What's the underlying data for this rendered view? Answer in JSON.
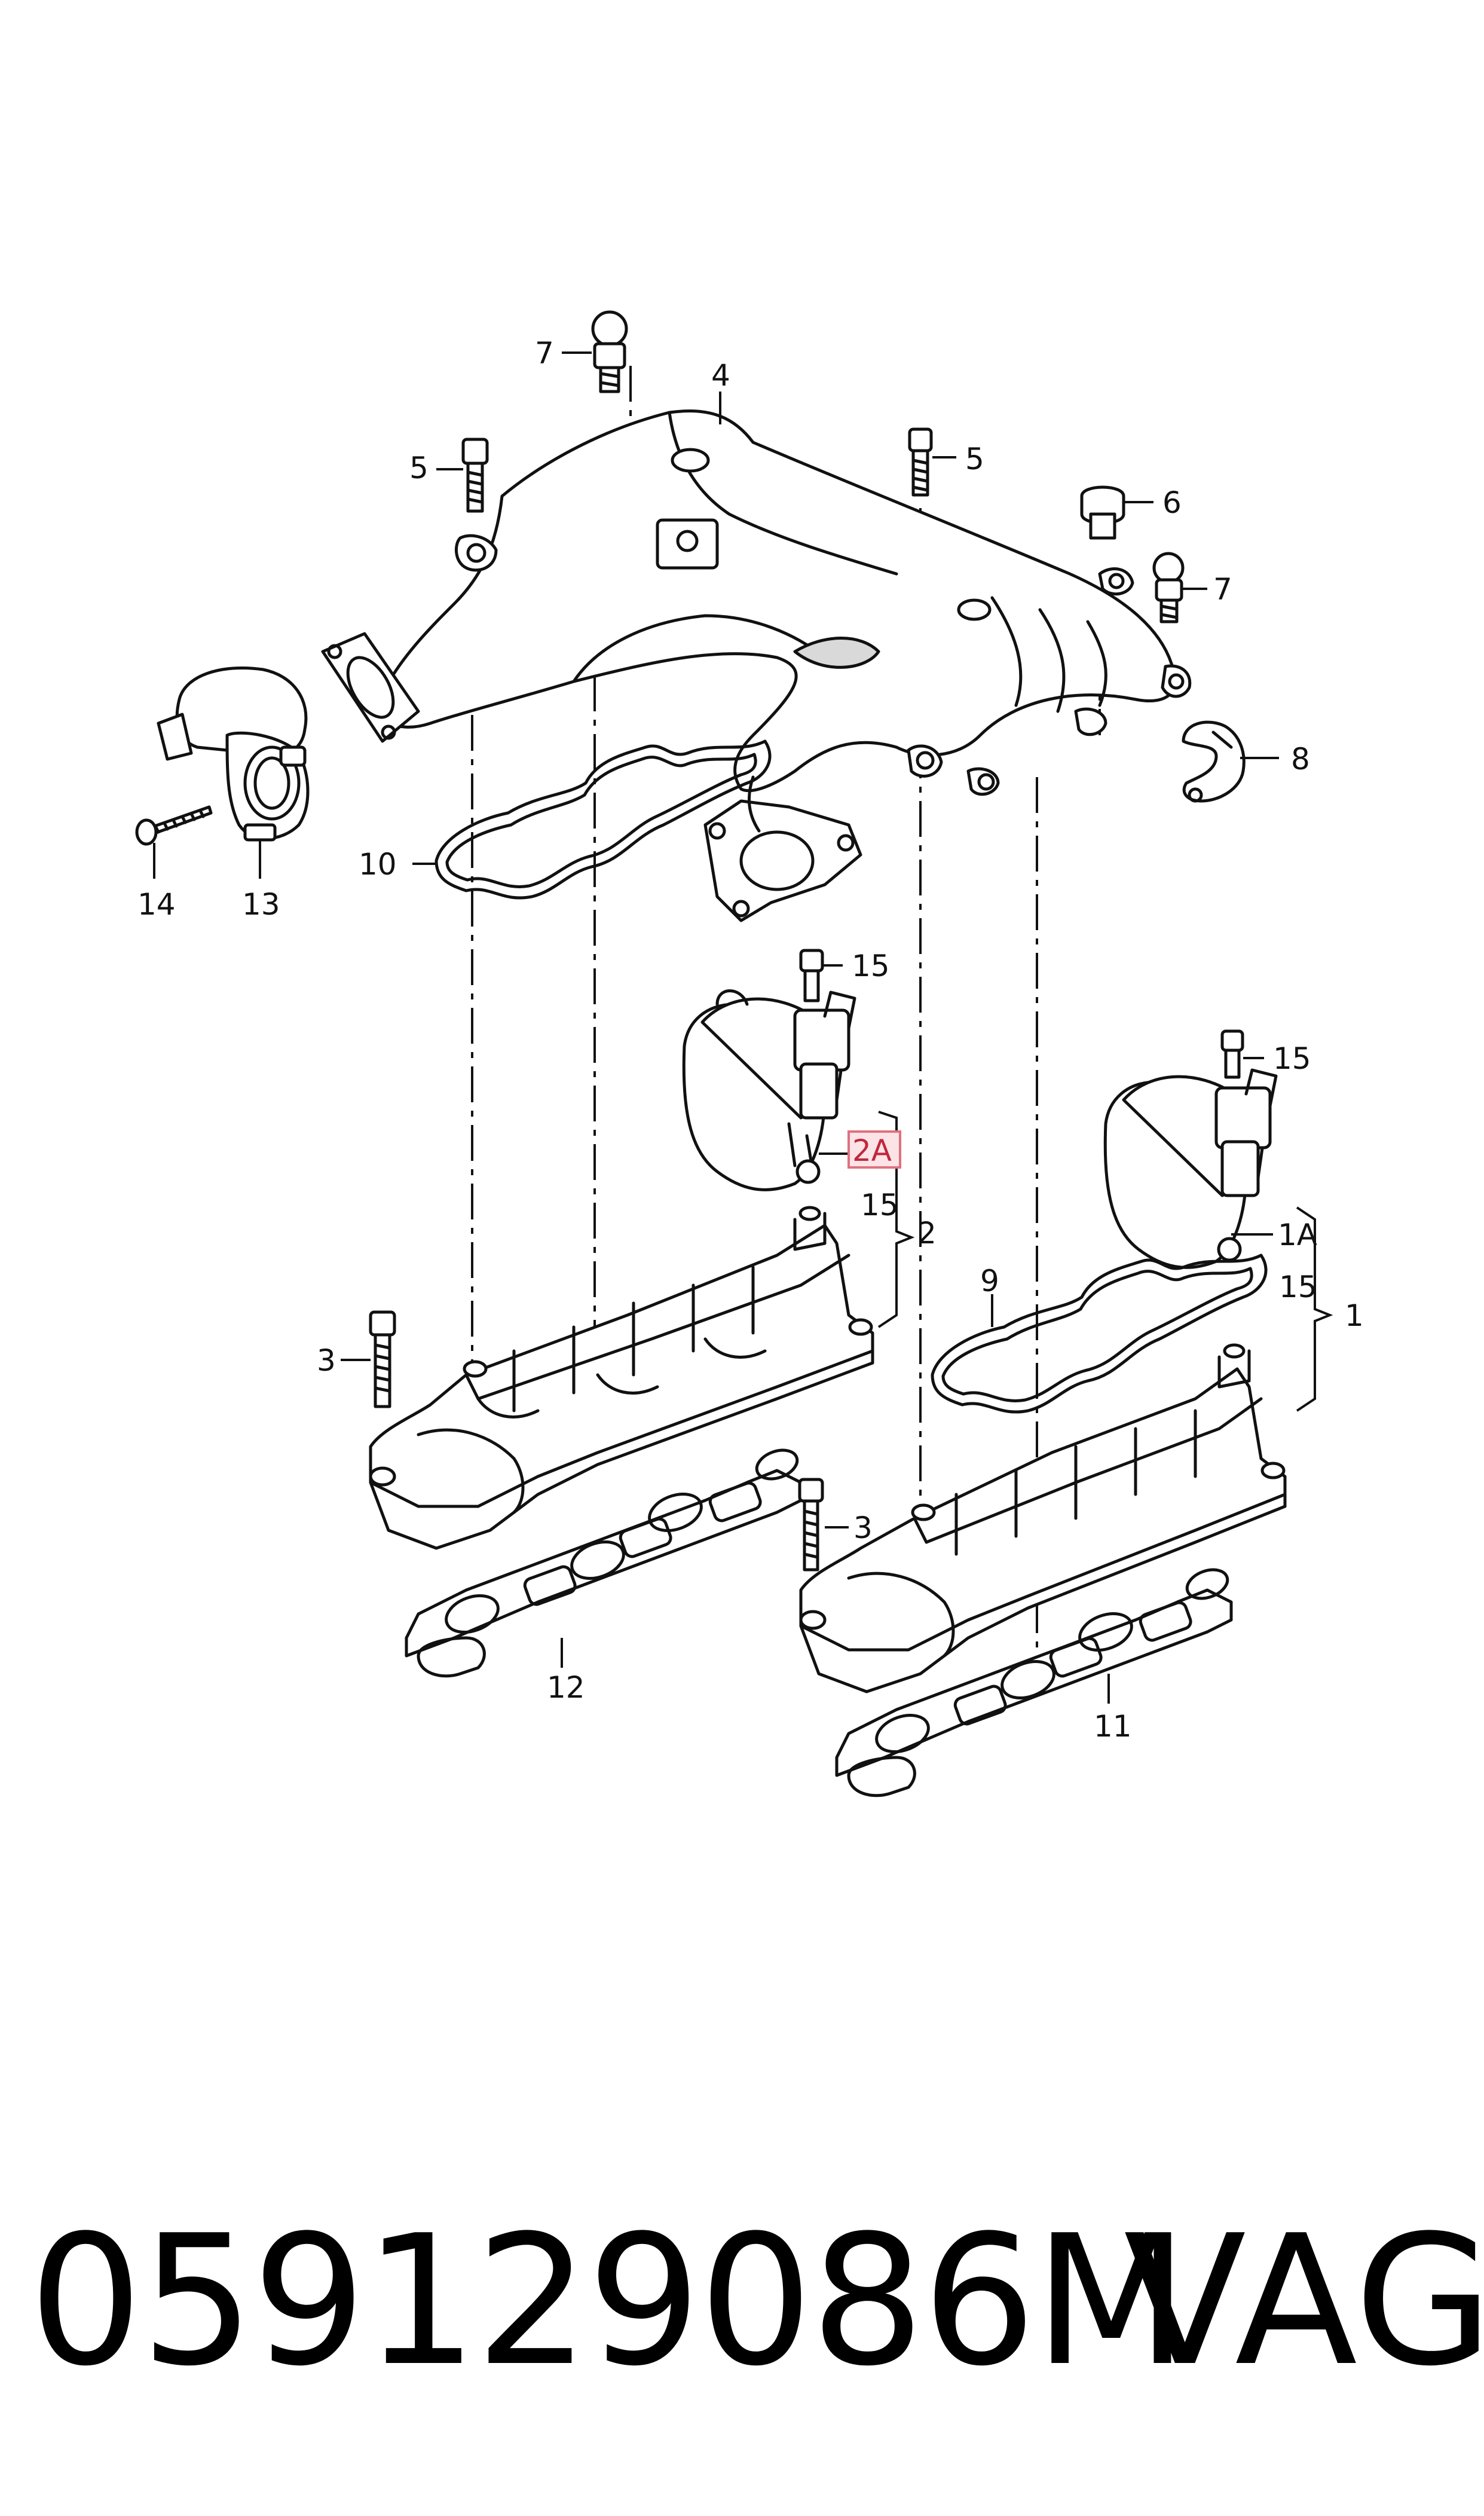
{
  "labels": {
    "l7a": "7",
    "l4": "4",
    "l5a": "5",
    "l5b": "5",
    "l6": "6",
    "l7b": "7",
    "l8": "8",
    "l10": "10",
    "l14": "14",
    "l13": "13",
    "l15a": "15",
    "l2a": "2A",
    "l15b": "15",
    "l2": "2",
    "l15c": "15",
    "l1a": "1A",
    "l15d": "15",
    "l1": "1",
    "l9": "9",
    "l3a": "3",
    "l3b": "3",
    "l12": "12",
    "l11": "11"
  },
  "footer": {
    "part_number": "059129086M",
    "brand": "VAG"
  },
  "colors": {
    "highlight_fill": "#fbe3e6",
    "highlight_stroke": "#e0707f",
    "line": "#111111"
  }
}
